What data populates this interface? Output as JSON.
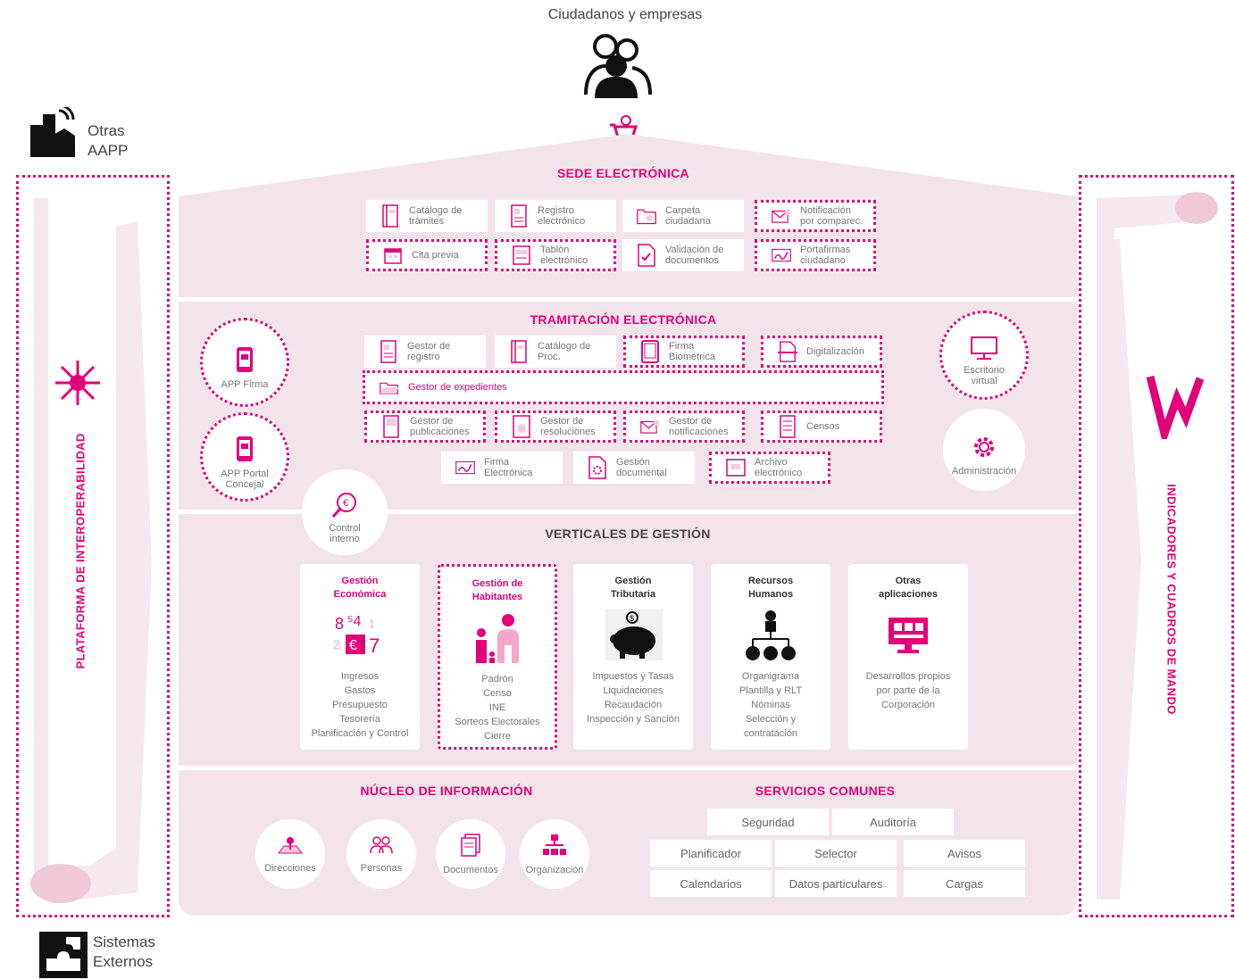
{
  "top": {
    "title": "Ciudadanos y empresas",
    "icon": "users-icon",
    "cart_icon": "web-cart-icon"
  },
  "otras_aapp": {
    "line1": "Otras",
    "line2": "AAPP",
    "icon": "buildings-signal-icon"
  },
  "sistemas_externos": {
    "line1": "Sistemas",
    "line2": "Externos",
    "icon": "puzzle-icon"
  },
  "left_bar": {
    "label": "PLATAFORMA DE INTEROPERABILIDAD",
    "icon": "hub-star-icon"
  },
  "right_bar": {
    "label": "INDICADORES Y CUADROS DE MANDO",
    "icon": "trend-chart-icon"
  },
  "colors": {
    "accent": "#e2007a",
    "band": "#f6e8ef",
    "panel": "#f3e4eb"
  },
  "sede": {
    "title": "SEDE ELECTRÓNICA",
    "items": [
      {
        "label": "Catálogo de\ntrámites",
        "icon": "catalog-icon",
        "dotted": false
      },
      {
        "label": "Registro\nelectrónico",
        "icon": "register-icon",
        "dotted": false
      },
      {
        "label": "Carpeta\nciudadana",
        "icon": "folder-icon",
        "dotted": false
      },
      {
        "label": "Notificación\npor comparec.",
        "icon": "envelope-icon",
        "dotted": true
      },
      {
        "label": "Cita previa",
        "icon": "calendar-icon",
        "dotted": true
      },
      {
        "label": "Tablón\nelectrónico",
        "icon": "board-icon",
        "dotted": true
      },
      {
        "label": "Validación de\ndocumentos",
        "icon": "document-check-icon",
        "dotted": false
      },
      {
        "label": "Portafirmas\nciudadano",
        "icon": "signature-icon",
        "dotted": true
      }
    ]
  },
  "tramitacion": {
    "title": "TRAMITACIÓN ELECTRÓNICA",
    "row1": [
      {
        "label": "Gestor de\nregistro",
        "icon": "register-icon",
        "dotted": false
      },
      {
        "label": "Catálogo de\nProc.",
        "icon": "catalog-icon",
        "dotted": false
      },
      {
        "label": "Firma\nBiométrica",
        "icon": "tablet-icon",
        "dotted": true
      },
      {
        "label": "Digitalización",
        "icon": "scan-icon",
        "dotted": true
      }
    ],
    "expedientes": {
      "label": "Gestor de expedientes",
      "icon": "folder-open-icon"
    },
    "row3": [
      {
        "label": "Gestor de\npublicaciones",
        "icon": "publication-icon",
        "dotted": true
      },
      {
        "label": "Gestor de\nresoluciones",
        "icon": "resolution-icon",
        "dotted": true
      },
      {
        "label": "Gestor de\nnotificaciones",
        "icon": "envelope-icon",
        "dotted": true
      },
      {
        "label": "Censos",
        "icon": "list-icon",
        "dotted": true
      }
    ],
    "row4": [
      {
        "label": "Firma\nElectrónica",
        "icon": "signature-icon",
        "dotted": false
      },
      {
        "label": "Gestión\ndocumental",
        "icon": "document-gear-icon",
        "dotted": false
      },
      {
        "label": "Archivo\nelectrónico",
        "icon": "archive-icon",
        "dotted": true
      }
    ],
    "app_firma": {
      "label": "APP Firma",
      "icon": "phone-icon"
    },
    "app_portal": {
      "label": "APP Portal\nConcejal",
      "icon": "phone-icon"
    },
    "control": {
      "label": "Control\ninterno",
      "icon": "magnifier-euro-icon"
    },
    "escritorio": {
      "label": "Escritorio\nvirtual",
      "icon": "monitor-icon"
    },
    "administracion": {
      "label": "Administración",
      "icon": "gear-icon"
    }
  },
  "verticales": {
    "title": "VERTICALES DE GESTIÓN",
    "cards": [
      {
        "title": "Gestión\nEconómica",
        "lines": "Ingresos\nGastos\nPresupuesto\nTesorería\nPlanificación y Control",
        "icon": "numbers-euro-icon",
        "title_accent": true,
        "dotted": false
      },
      {
        "title": "Gestión de\nHabitantes",
        "lines": "Padrón\nCenso\nINE\nSorteos Electorales\nCierre",
        "icon": "people-icon",
        "title_accent": true,
        "dotted": true
      },
      {
        "title": "Gestión\nTributaria",
        "lines": "Impuestos y Tasas\nLiquidaciones\nRecaudación\nInspección y Sanción",
        "icon": "piggy-bank-icon",
        "title_accent": false,
        "dotted": false
      },
      {
        "title": "Recursos\nHumanos",
        "lines": "Organigrama\nPlantilla y RLT\nNóminas\nSelección y\ncontratación",
        "icon": "org-people-icon",
        "title_accent": false,
        "dotted": false
      },
      {
        "title": "Otras\naplicaciones",
        "lines": "Desarrollos propios\npor parte de la\nCorporación",
        "icon": "monitor-apps-icon",
        "title_accent": false,
        "dotted": false
      }
    ]
  },
  "nucleo": {
    "title": "NÚCLEO DE INFORMACIÓN",
    "items": [
      {
        "label": "Direcciones",
        "icon": "map-pin-icon"
      },
      {
        "label": "Personas",
        "icon": "persons-icon"
      },
      {
        "label": "Documentos",
        "icon": "documents-icon"
      },
      {
        "label": "Organización",
        "icon": "org-chart-icon"
      }
    ]
  },
  "servicios": {
    "title": "SERVICIOS COMUNES",
    "row1": [
      "Seguridad",
      "Auditoría"
    ],
    "row2": [
      "Planificador",
      "Selector",
      "Avisos"
    ],
    "row3": [
      "Calendarios",
      "Datos particulares",
      "Cargas"
    ]
  }
}
